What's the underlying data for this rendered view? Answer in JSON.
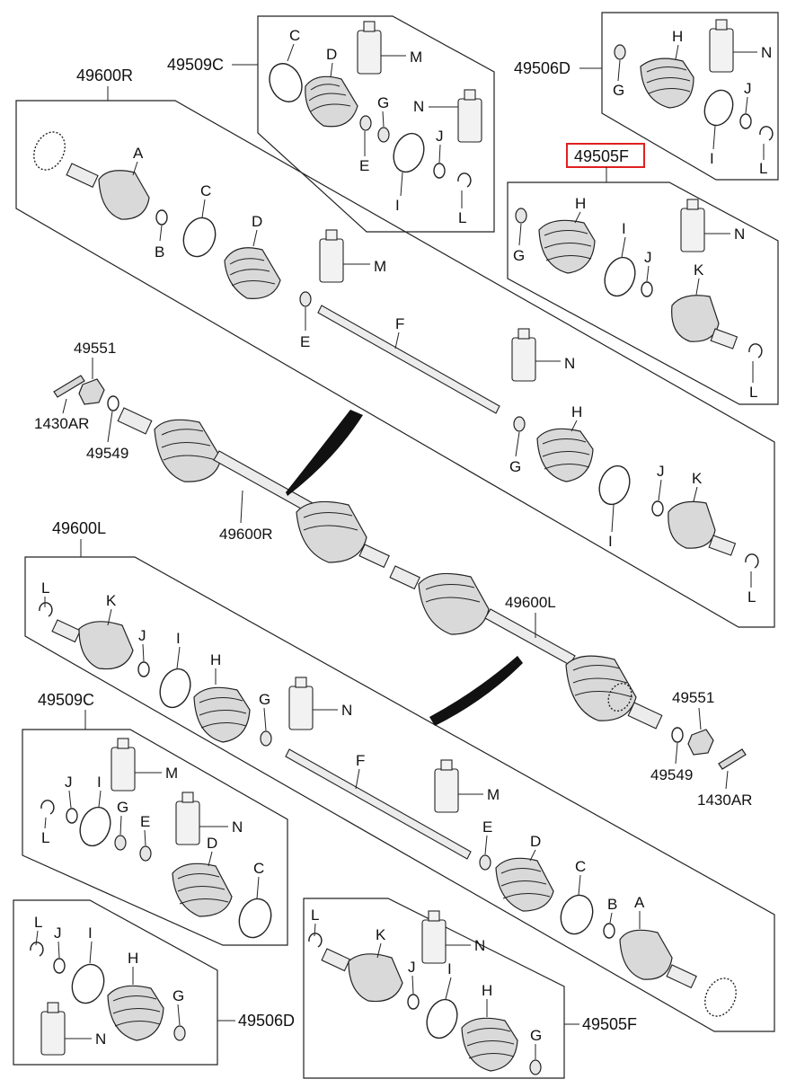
{
  "diagram": {
    "part_numbers": {
      "boot_kit_outer_upper": "49509C",
      "boot_kit_inner_upper": "49506D",
      "joint_kit_inner_upper": "49505F",
      "shaft_assembly_right": "49600R",
      "shaft_assembly_left": "49600L",
      "nut": "49551",
      "cotter_pin": "1430AR",
      "washer": "49549",
      "boot_kit_outer_lower": "49509C",
      "boot_kit_inner_lower": "49506D",
      "joint_kit_inner_lower": "49505F"
    },
    "letters": {
      "A": "A",
      "B": "B",
      "C": "C",
      "D": "D",
      "E": "E",
      "F": "F",
      "G": "G",
      "H": "H",
      "I": "I",
      "J": "J",
      "K": "K",
      "L": "L",
      "M": "M",
      "N": "N"
    },
    "highlight_color": "#e02020"
  }
}
